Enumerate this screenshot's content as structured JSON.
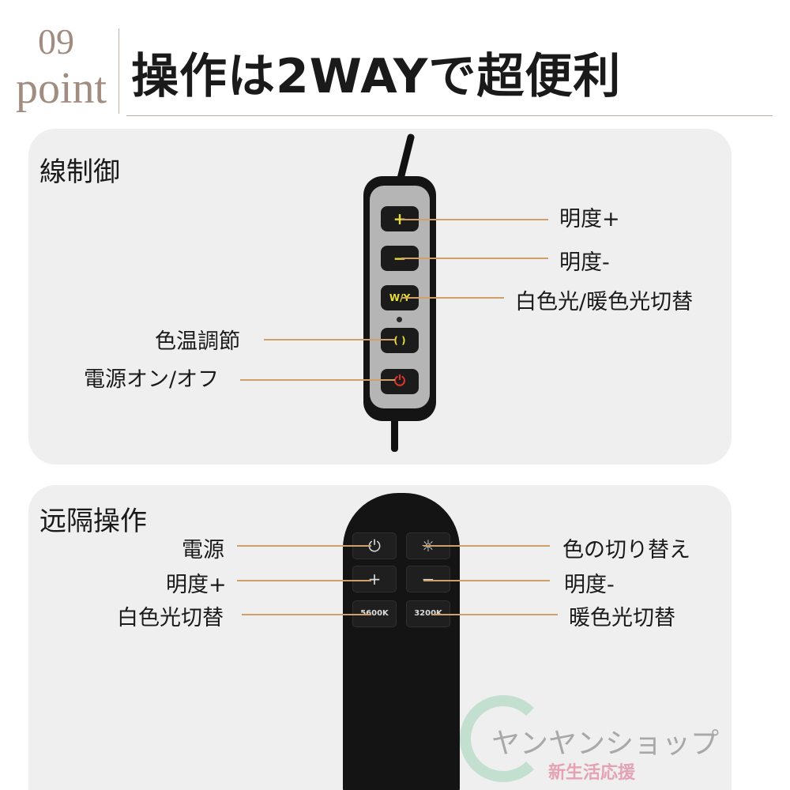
{
  "header": {
    "point_number": "09",
    "point_word": "point",
    "title": "操作は2WAYで超便利"
  },
  "wired": {
    "section_title": "線制御",
    "buttons": {
      "plus": "+",
      "minus": "−",
      "wy": "W/Y",
      "cycle": "( )",
      "power": "⏻"
    },
    "labels": {
      "bright_up": "明度+",
      "bright_down": "明度-",
      "white_warm_switch": "白色光/暖色光切替",
      "color_temp": "色温調節",
      "power": "電源オン/オフ"
    }
  },
  "remote": {
    "section_title": "远隔操作",
    "buttons": {
      "power": "⏻",
      "sun": "☼",
      "plus": "+",
      "minus": "−",
      "k5600": "5600K",
      "k3200": "3200K"
    },
    "labels": {
      "power": "電源",
      "color_switch": "色の切り替え",
      "bright_up": "明度+",
      "bright_down": "明度-",
      "white_switch": "白色光切替",
      "warm_switch": "暖色光切替"
    }
  },
  "watermark": {
    "shop_name": "ヤンヤンショップ",
    "tagline": "新生活応援"
  },
  "colors": {
    "point_accent": "#a08c80",
    "leader_line": "#d0a06a",
    "panel_bg": "#efefef",
    "button_glyph": "#e8dd35",
    "power_glyph": "#d9342b"
  }
}
